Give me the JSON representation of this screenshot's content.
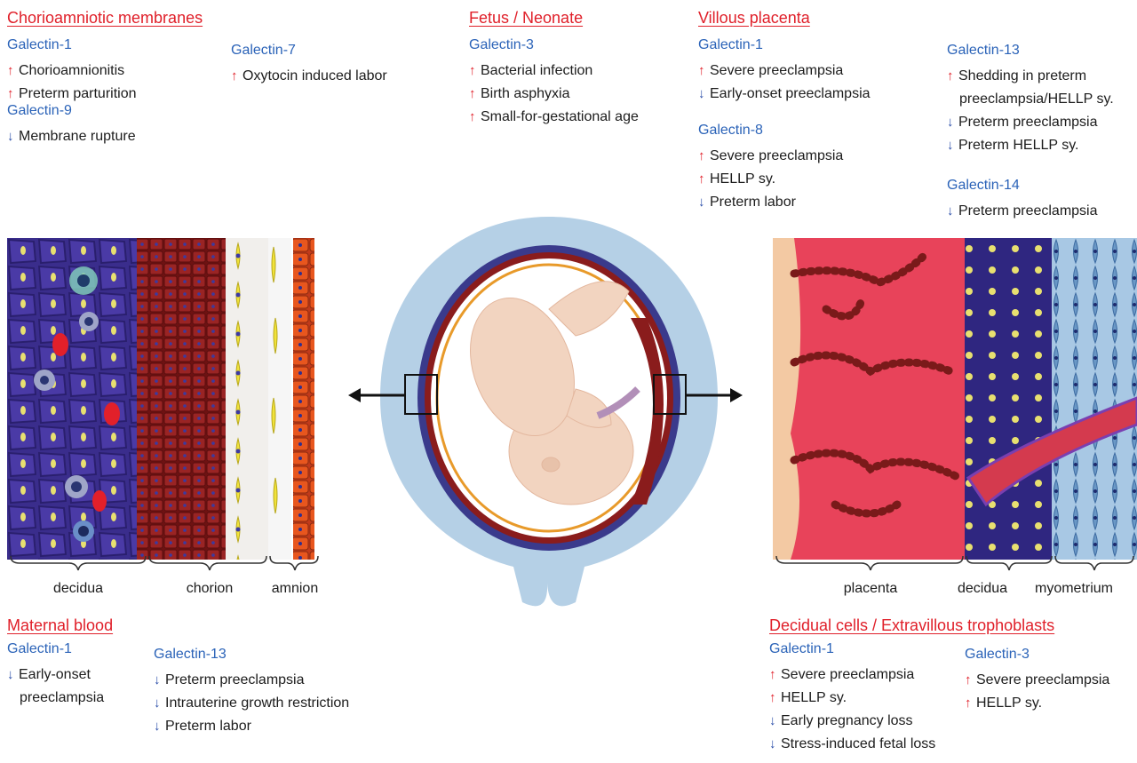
{
  "chorioamniotic": {
    "title": "Chorioamniotic membranes",
    "galectin1": {
      "name": "Galectin-1",
      "effects": [
        {
          "dir": "up",
          "text": "Chorioamnionitis"
        },
        {
          "dir": "up",
          "text": "Preterm parturition"
        }
      ]
    },
    "galectin7": {
      "name": "Galectin-7",
      "effects": [
        {
          "dir": "up",
          "text": "Oxytocin induced labor"
        }
      ]
    },
    "galectin9": {
      "name": "Galectin-9",
      "effects": [
        {
          "dir": "down",
          "text": "Membrane rupture"
        }
      ]
    }
  },
  "fetus": {
    "title": "Fetus / Neonate",
    "galectin3": {
      "name": "Galectin-3",
      "effects": [
        {
          "dir": "up",
          "text": "Bacterial infection"
        },
        {
          "dir": "up",
          "text": "Birth asphyxia"
        },
        {
          "dir": "up",
          "text": "Small-for-gestational age"
        }
      ]
    }
  },
  "villous": {
    "title": "Villous placenta",
    "galectin1": {
      "name": "Galectin-1",
      "effects": [
        {
          "dir": "up",
          "text": "Severe preeclampsia"
        },
        {
          "dir": "down",
          "text": "Early-onset preeclampsia"
        }
      ]
    },
    "galectin8": {
      "name": "Galectin-8",
      "effects": [
        {
          "dir": "up",
          "text": "Severe preeclampsia"
        },
        {
          "dir": "up",
          "text": "HELLP sy."
        },
        {
          "dir": "down",
          "text": "Preterm labor"
        }
      ]
    },
    "galectin13": {
      "name": "Galectin-13",
      "effects": [
        {
          "dir": "up",
          "text": "Shedding in preterm",
          "cont": "preeclampsia/HELLP sy."
        },
        {
          "dir": "down",
          "text": "Preterm preeclampsia"
        },
        {
          "dir": "down",
          "text": "Preterm HELLP sy."
        }
      ]
    },
    "galectin14": {
      "name": "Galectin-14",
      "effects": [
        {
          "dir": "down",
          "text": "Preterm preeclampsia"
        }
      ]
    }
  },
  "maternal": {
    "title": "Maternal blood",
    "galectin1": {
      "name": "Galectin-1",
      "effects": [
        {
          "dir": "down",
          "text": "Early-onset",
          "cont": "preeclampsia"
        }
      ]
    },
    "galectin13": {
      "name": "Galectin-13",
      "effects": [
        {
          "dir": "down",
          "text": "Preterm preeclampsia"
        },
        {
          "dir": "down",
          "text": "Intrauterine growth restriction"
        },
        {
          "dir": "down",
          "text": "Preterm labor"
        }
      ]
    }
  },
  "decidual": {
    "title": "Decidual cells / Extravillous trophoblasts",
    "galectin1": {
      "name": "Galectin-1",
      "effects": [
        {
          "dir": "up",
          "text": "Severe preeclampsia"
        },
        {
          "dir": "up",
          "text": "HELLP sy."
        },
        {
          "dir": "down",
          "text": "Early pregnancy loss"
        },
        {
          "dir": "down",
          "text": "Stress-induced fetal loss"
        }
      ]
    },
    "galectin3": {
      "name": "Galectin-3",
      "effects": [
        {
          "dir": "up",
          "text": "Severe preeclampsia"
        },
        {
          "dir": "up",
          "text": "HELLP sy."
        }
      ]
    }
  },
  "labels": {
    "left": [
      "decidua",
      "chorion",
      "amnion"
    ],
    "right": [
      "placenta",
      "decidua",
      "myometrium"
    ]
  },
  "arrows": {
    "up": "↑",
    "down": "↓"
  },
  "colors": {
    "title_red": "#e0202a",
    "galectin_blue": "#2b63b8",
    "decidua_purple": "#3a2d8c",
    "chorion_red": "#8a1c1c",
    "uterus_blue": "#b5d0e6",
    "placenta_pink": "#e8435a"
  }
}
